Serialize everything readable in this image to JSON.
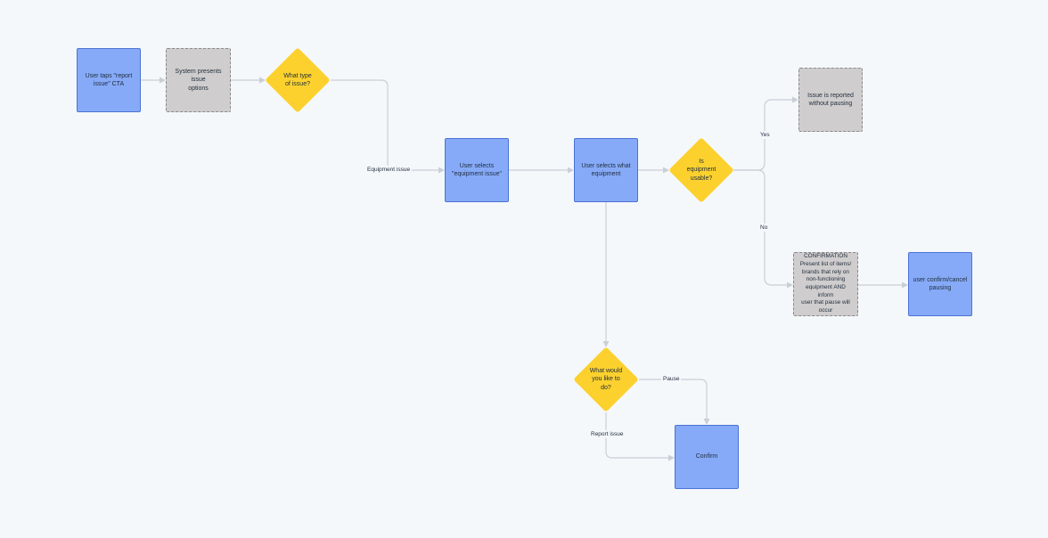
{
  "nodes": {
    "report_cta": "User taps \"report\nissue\" CTA",
    "issue_options": "System presents issue\noptions",
    "what_type": "What type\nof issue?",
    "select_equipment_issue": "User selects\n\"equipment issue\"",
    "select_equipment": "User selects what\nequipment",
    "is_usable": "Is\nequipment\nusable?",
    "reported_no_pause": "Issue is reported\nwithout pausing",
    "confirmation": "CONFIRMATION\nPresent list of items/\nbrands that rely on\nnon-functioning\nequipment AND inform\nuser that pause will\noccur",
    "user_confirm": "user confirm/cancel\npausing",
    "what_to_do": "What would\nyou like to\ndo?",
    "confirm": "Confirm"
  },
  "edges": {
    "equipment_issue": "Equipment issue",
    "yes": "Yes",
    "no": "No",
    "pause": "Pause",
    "report_issue": "Report issue"
  },
  "colors": {
    "process_fill": "#86aaf7",
    "process_border": "#4a73d6",
    "system_fill": "#cfcdcd",
    "decision_fill": "#fcd12e",
    "connector": "#c9cfd6"
  }
}
